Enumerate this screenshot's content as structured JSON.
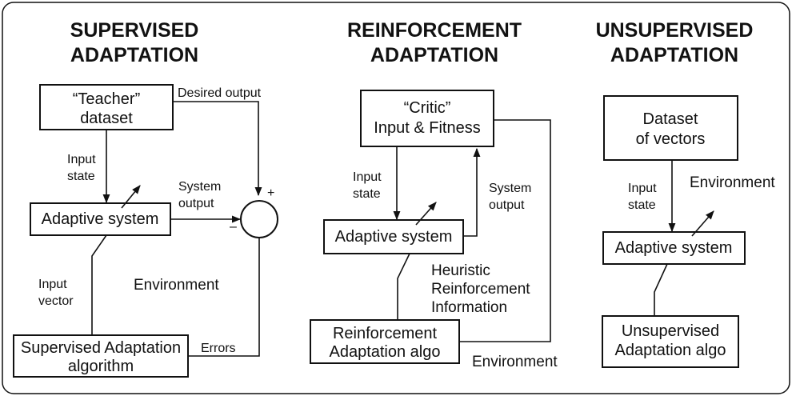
{
  "colors": {
    "stroke": "#111111",
    "background": "#ffffff"
  },
  "supervised": {
    "title_line1": "SUPERVISED",
    "title_line2": "ADAPTATION",
    "teacher_line1": "“Teacher”",
    "teacher_line2": "dataset",
    "desired_output": "Desired output",
    "input_state_line1": "Input",
    "input_state_line2": "state",
    "system_output_line1": "System",
    "system_output_line2": "output",
    "plus": "+",
    "minus": "–",
    "adaptive_system": "Adaptive system",
    "input_vector_line1": "Input",
    "input_vector_line2": "vector",
    "environment": "Environment",
    "algo_line1": "Supervised Adaptation",
    "algo_line2": "algorithm",
    "errors": "Errors"
  },
  "reinforcement": {
    "title_line1": "REINFORCEMENT",
    "title_line2": "ADAPTATION",
    "critic_line1": "“Critic”",
    "critic_line2": "Input & Fitness",
    "input_state_line1": "Input",
    "input_state_line2": "state",
    "system_output_line1": "System",
    "system_output_line2": "output",
    "adaptive_system": "Adaptive system",
    "heuristic_line1": "Heuristic",
    "heuristic_line2": "Reinforcement",
    "heuristic_line3": "Information",
    "algo_line1": "Reinforcement",
    "algo_line2": "Adaptation algo",
    "environment": "Environment"
  },
  "unsupervised": {
    "title_line1": "UNSUPERVISED",
    "title_line2": "ADAPTATION",
    "dataset_line1": "Dataset",
    "dataset_line2": "of vectors",
    "input_state_line1": "Input",
    "input_state_line2": "state",
    "environment": "Environment",
    "adaptive_system": "Adaptive system",
    "algo_line1": "Unsupervised",
    "algo_line2": "Adaptation algo"
  }
}
